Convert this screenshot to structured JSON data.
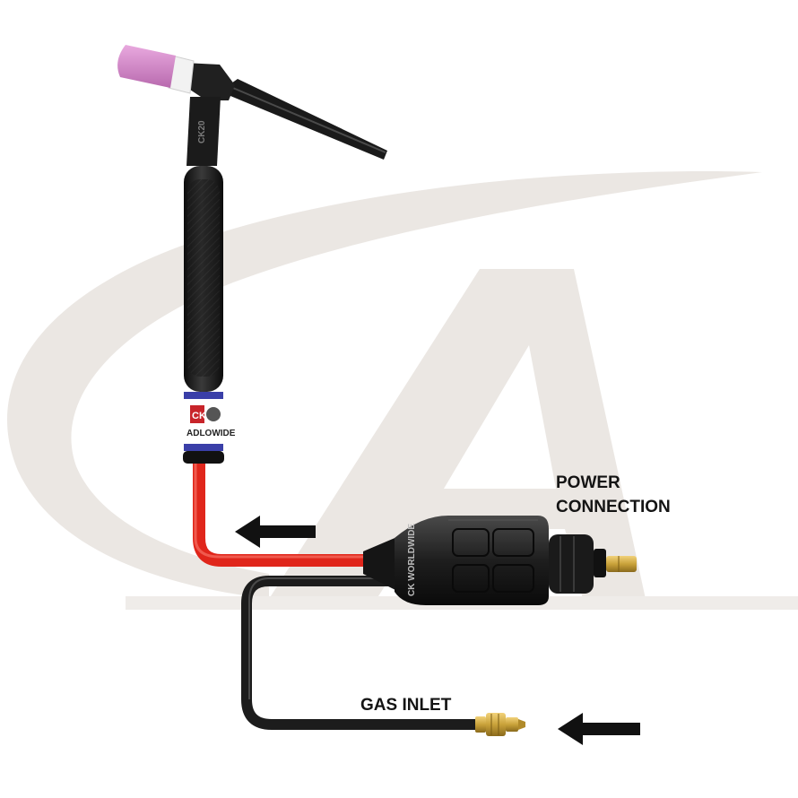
{
  "labels": {
    "power_line1": "POWER",
    "power_line2": "CONNECTION",
    "gas": "GAS INLET"
  },
  "brand": {
    "handle_band": "ADLOWIDE",
    "connector_text": "CK WORLDWIDE"
  },
  "colors": {
    "watermark": "#ebe7e3",
    "cable_power": "#e0261b",
    "cable_gas": "#1c1c1c",
    "torch_body": "#1f1f1f",
    "ceramic_cup": "#d98ccf",
    "band": "#3a3fa8",
    "brass": "#c9a23a",
    "arrow": "#111111"
  },
  "icons": [
    "torch-icon",
    "arrow-left-icon",
    "connector-icon",
    "brass-fitting-icon",
    "logo-watermark-icon"
  ]
}
